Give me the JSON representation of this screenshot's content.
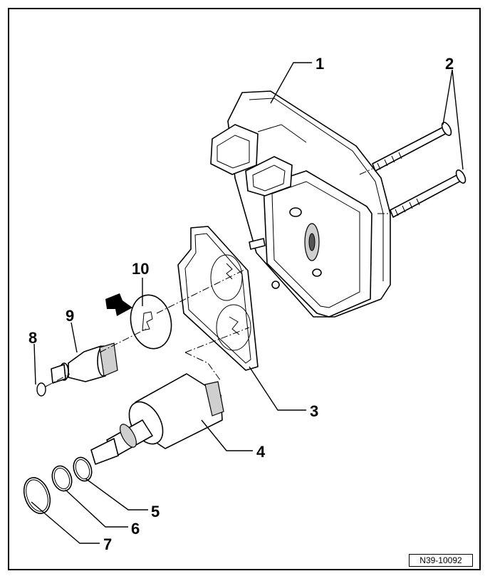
{
  "callouts": {
    "c1": "1",
    "c2": "2",
    "c3": "3",
    "c4": "4",
    "c5": "5",
    "c6": "6",
    "c7": "7",
    "c8": "8",
    "c9": "9",
    "c10": "10"
  },
  "reference": "N39-10092"
}
